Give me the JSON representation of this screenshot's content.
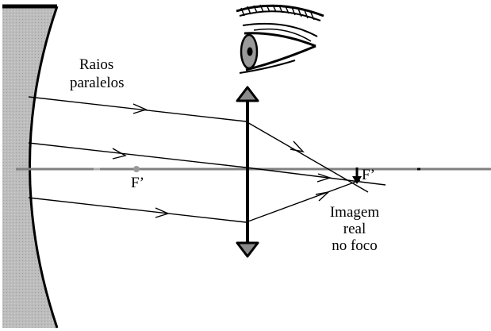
{
  "labels": {
    "rays": [
      "Raios",
      "paralelos"
    ],
    "focus_left": "F’",
    "focus_right": "F’",
    "image": [
      "Imagem",
      "real",
      "no foco"
    ]
  },
  "colors": {
    "mirror_fill": "#b9b9b9",
    "mirror_edge": "#000000",
    "axis": "#808080",
    "rays": "#000000",
    "lens": "#000000",
    "lens_arrow_fill": "#8a8a8a",
    "eye_iris": "#9a9a9a"
  },
  "icons": {
    "eye": "eye-icon",
    "lens": "converging-lens-icon",
    "mirror": "concave-mirror-icon"
  }
}
